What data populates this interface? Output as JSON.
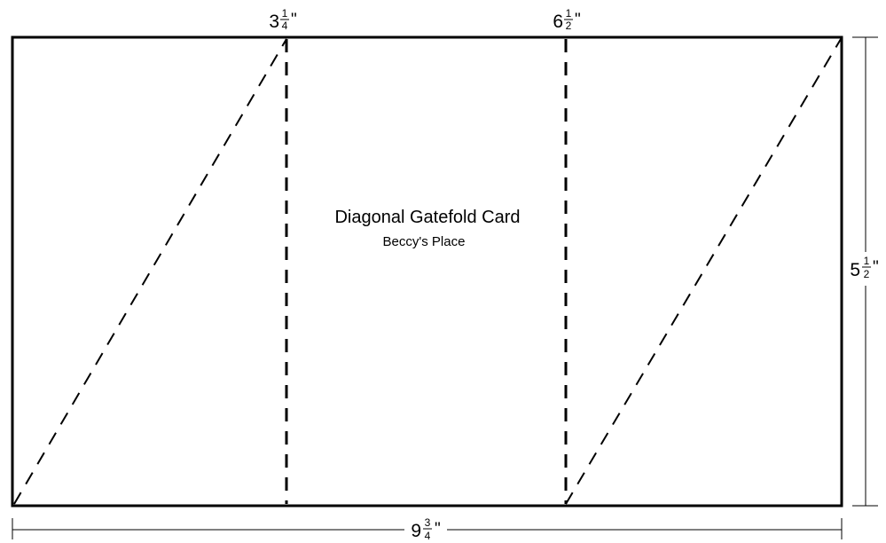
{
  "title": "Diagonal Gatefold Card",
  "subtitle": "Beccy's Place",
  "fold_markers": [
    {
      "whole": "3",
      "numerator": "1",
      "denominator": "4",
      "unit": "\""
    },
    {
      "whole": "6",
      "numerator": "1",
      "denominator": "2",
      "unit": "\""
    }
  ],
  "height_dimension": {
    "whole": "5",
    "numerator": "1",
    "denominator": "2",
    "unit": "\""
  },
  "width_dimension": {
    "whole": "9",
    "numerator": "3",
    "denominator": "4",
    "unit": "\""
  },
  "colors": {
    "line": "#000000",
    "background": "#ffffff"
  }
}
